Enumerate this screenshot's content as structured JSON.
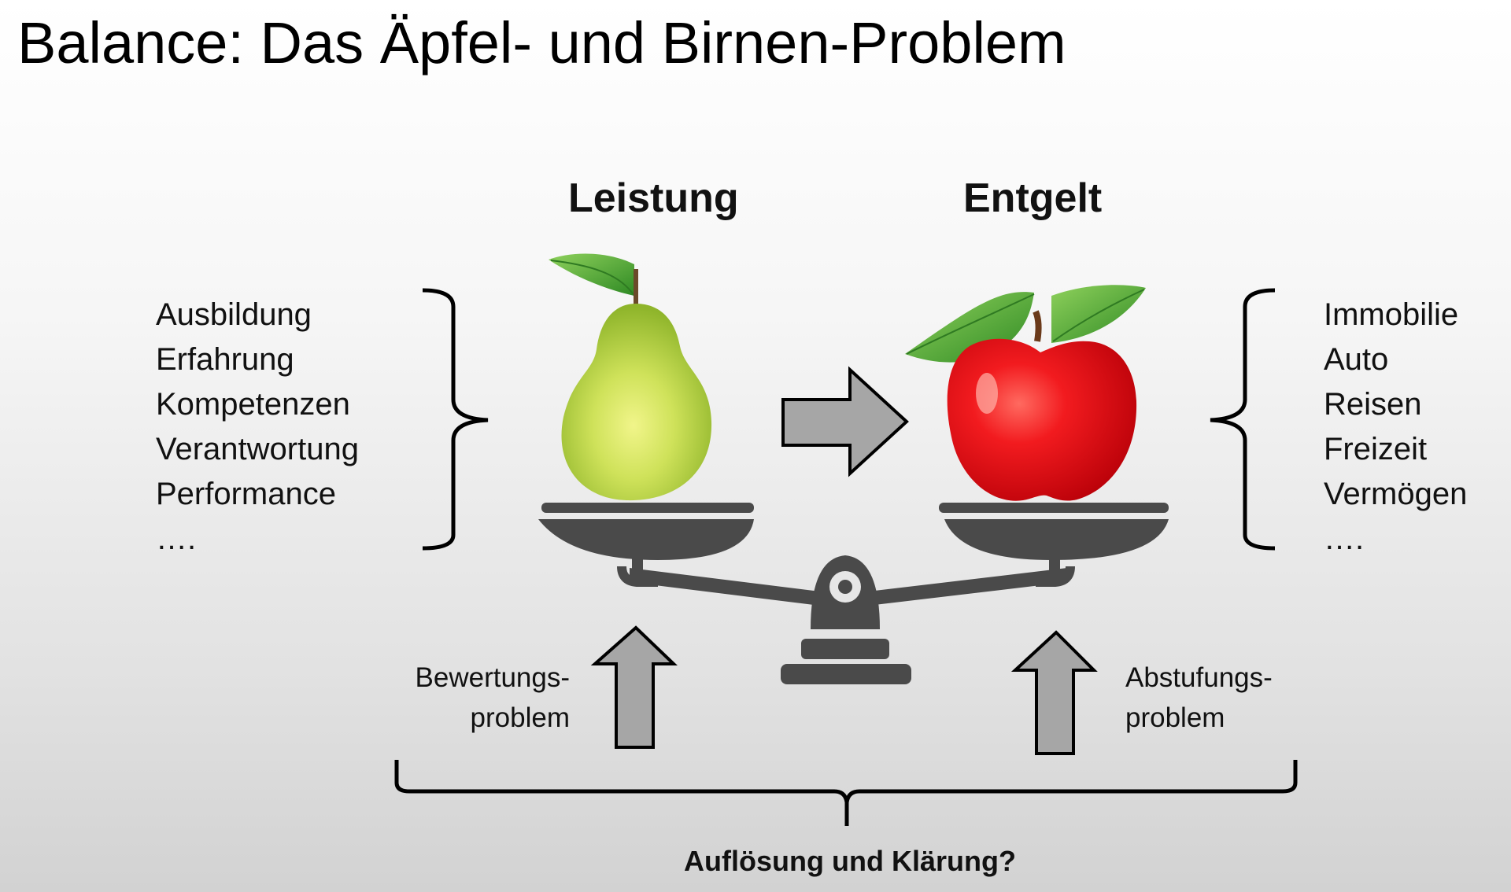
{
  "title": "Balance: Das Äpfel- und Birnen-Problem",
  "left_heading": "Leistung",
  "right_heading": "Entgelt",
  "left_items": [
    "Ausbildung",
    "Erfahrung",
    "Kompetenzen",
    "Verantwortung",
    "Performance",
    "…."
  ],
  "right_items": [
    "Immobilie",
    "Auto",
    "Reisen",
    "Freizeit",
    "Vermögen",
    "…."
  ],
  "left_problem": [
    "Bewertungs-",
    "problem"
  ],
  "right_problem": [
    "Abstufungs-",
    "problem"
  ],
  "bottom_label": "Auflösung und Klärung?",
  "icons": [
    "pear-icon",
    "apple-icon",
    "balance-scale-icon",
    "arrow-right-icon",
    "arrow-up-icon"
  ],
  "colors": {
    "arrow_fill": "#a6a6a6",
    "scale": "#4a4a4a",
    "pear": "#c3dc4a",
    "apple": "#e8101a",
    "leaf": "#4da532"
  }
}
